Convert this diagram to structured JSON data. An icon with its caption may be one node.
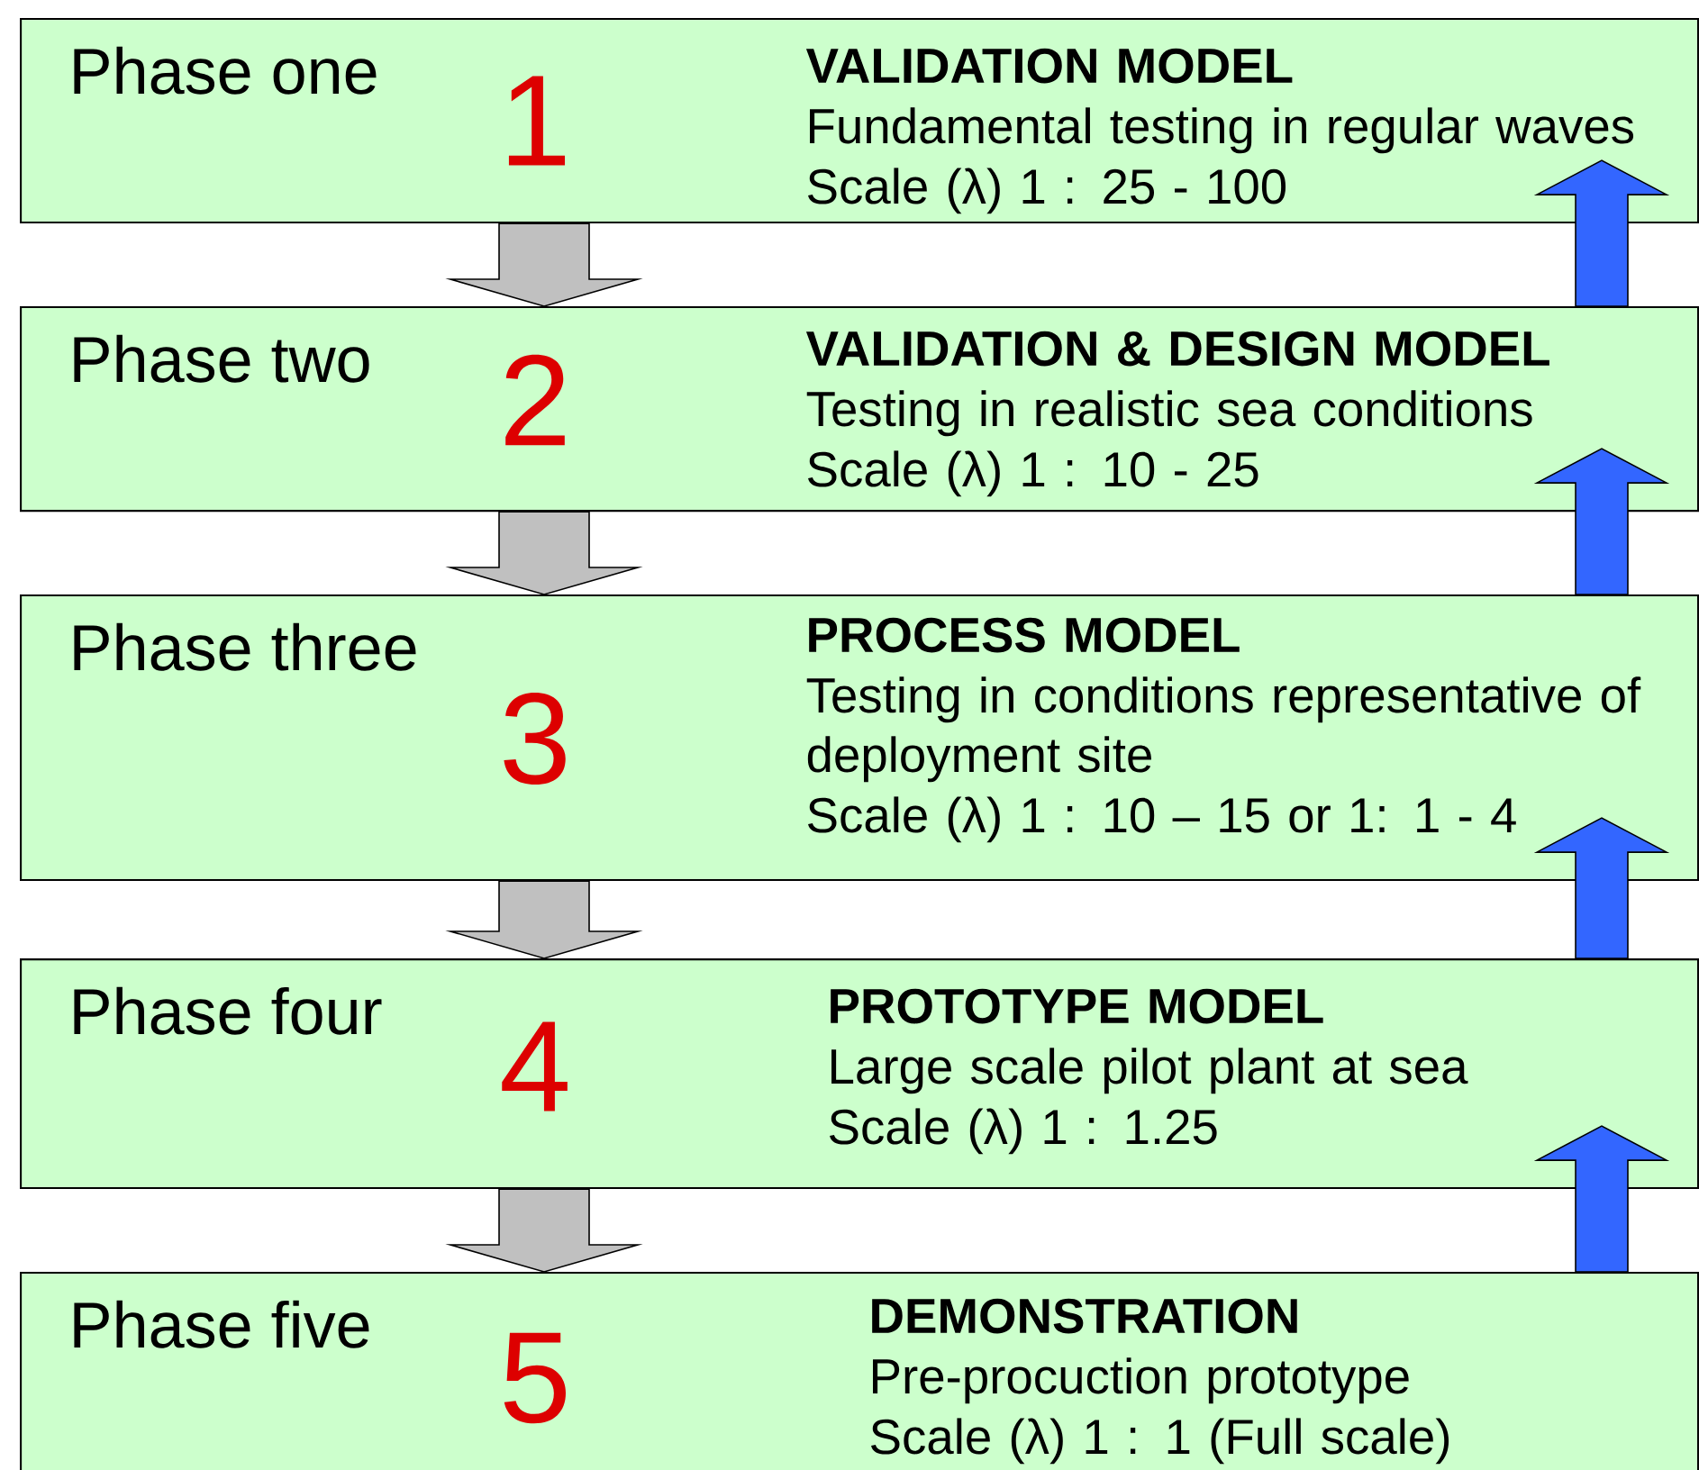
{
  "diagram": {
    "nodes": [
      {
        "text": [
          "Phase one",
          "1",
          "VALIDATION MODEL",
          "Fundamental testing in regular waves",
          "Scale (λ) 1 : 25 - 100"
        ]
      },
      {
        "text": [
          "Phase two",
          "2",
          "VALIDATION & DESIGN MODEL",
          "Testing in realistic sea conditions",
          "Scale (λ) 1 : 10 - 25"
        ]
      },
      {
        "text": [
          "Phase three",
          "3",
          "PROCESS MODEL",
          "Testing in conditions representative of deployment site",
          "Scale (λ) 1 : 10 – 15 or 1: 1 - 4"
        ]
      },
      {
        "text": [
          "Phase four",
          "4",
          "PROTOTYPE MODEL",
          "Large scale pilot plant at sea",
          "Scale (λ) 1 : 1.25"
        ]
      },
      {
        "text": [
          "Phase five",
          "5",
          "DEMONSTRATION",
          "Pre-procuction prototype",
          "Scale (λ) 1 : 1 (Full scale)"
        ]
      }
    ],
    "edges": [
      {
        "from": 0,
        "to": 1,
        "arrow": "to",
        "color": "#c0c0c0"
      },
      {
        "from": 1,
        "to": 0,
        "arrow": "to",
        "color": "#3366ff"
      },
      {
        "from": 1,
        "to": 2,
        "arrow": "to",
        "color": "#c0c0c0"
      },
      {
        "from": 2,
        "to": 1,
        "arrow": "to",
        "color": "#3366ff"
      },
      {
        "from": 2,
        "to": 3,
        "arrow": "to",
        "color": "#c0c0c0"
      },
      {
        "from": 3,
        "to": 2,
        "arrow": "to",
        "color": "#3366ff"
      },
      {
        "from": 3,
        "to": 4,
        "arrow": "to",
        "color": "#c0c0c0"
      },
      {
        "from": 4,
        "to": 3,
        "arrow": "to",
        "color": "#3366ff"
      }
    ]
  }
}
